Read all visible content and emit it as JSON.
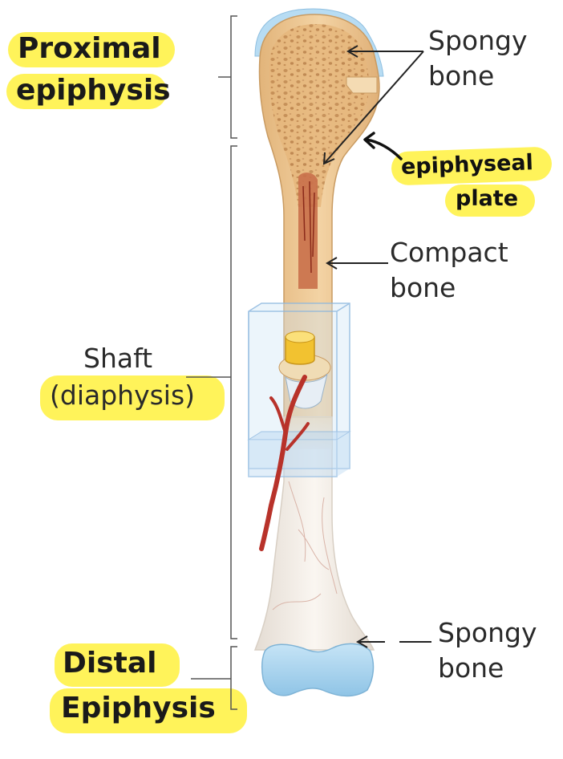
{
  "labels": {
    "proximal_line1": "Proximal",
    "proximal_line2": "epiphysis",
    "spongy_top_line1": "Spongy",
    "spongy_top_line2": "bone",
    "epiphyseal_line1": "epiphyseal",
    "epiphyseal_line2": "plate",
    "compact_line1": "Compact",
    "compact_line2": "bone",
    "shaft_line1": "Shaft",
    "shaft_line2": "(diaphysis)",
    "spongy_bottom_line1": "Spongy",
    "spongy_bottom_line2": "bone",
    "distal_line1": "Distal",
    "distal_line2": "Epiphysis"
  },
  "colors": {
    "highlight": "#fff35a",
    "bone_upper": "#eec891",
    "bone_lower": "#f2ebe3",
    "cartilage": "#a9d4ee",
    "marrow": "#c9704a",
    "artery": "#b8322a",
    "box": "#9cc6ea"
  }
}
